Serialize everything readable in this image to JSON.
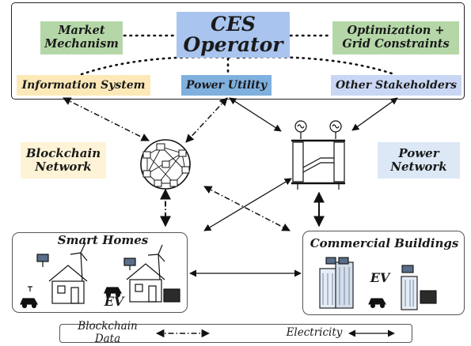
{
  "operator": {
    "title": "CES Operator"
  },
  "modules": {
    "market": "Market Mechanism",
    "optimization": "Optimization + Grid Constraints"
  },
  "stakeholders": {
    "information_system": "Information System",
    "power_utility": "Power Utility",
    "other": "Other Stakeholders"
  },
  "networks": {
    "blockchain": "Blockchain Network",
    "power": "Power Network"
  },
  "sites": {
    "smart_homes": "Smart Homes",
    "commercial_buildings": "Commercial Buildings",
    "ev_label": "EV"
  },
  "legend": {
    "blockchain_data": "Blockchain Data",
    "electricity": "Electricity"
  },
  "colors": {
    "operator_fill": "#a9c4ee",
    "module_fill": "#b5d7a8",
    "info_fill": "#fde9b8",
    "utility_fill": "#7fb0de",
    "other_fill": "#c9d7f5",
    "blockchain_net_fill": "#fef3d6",
    "power_net_fill": "#dce8f6"
  }
}
